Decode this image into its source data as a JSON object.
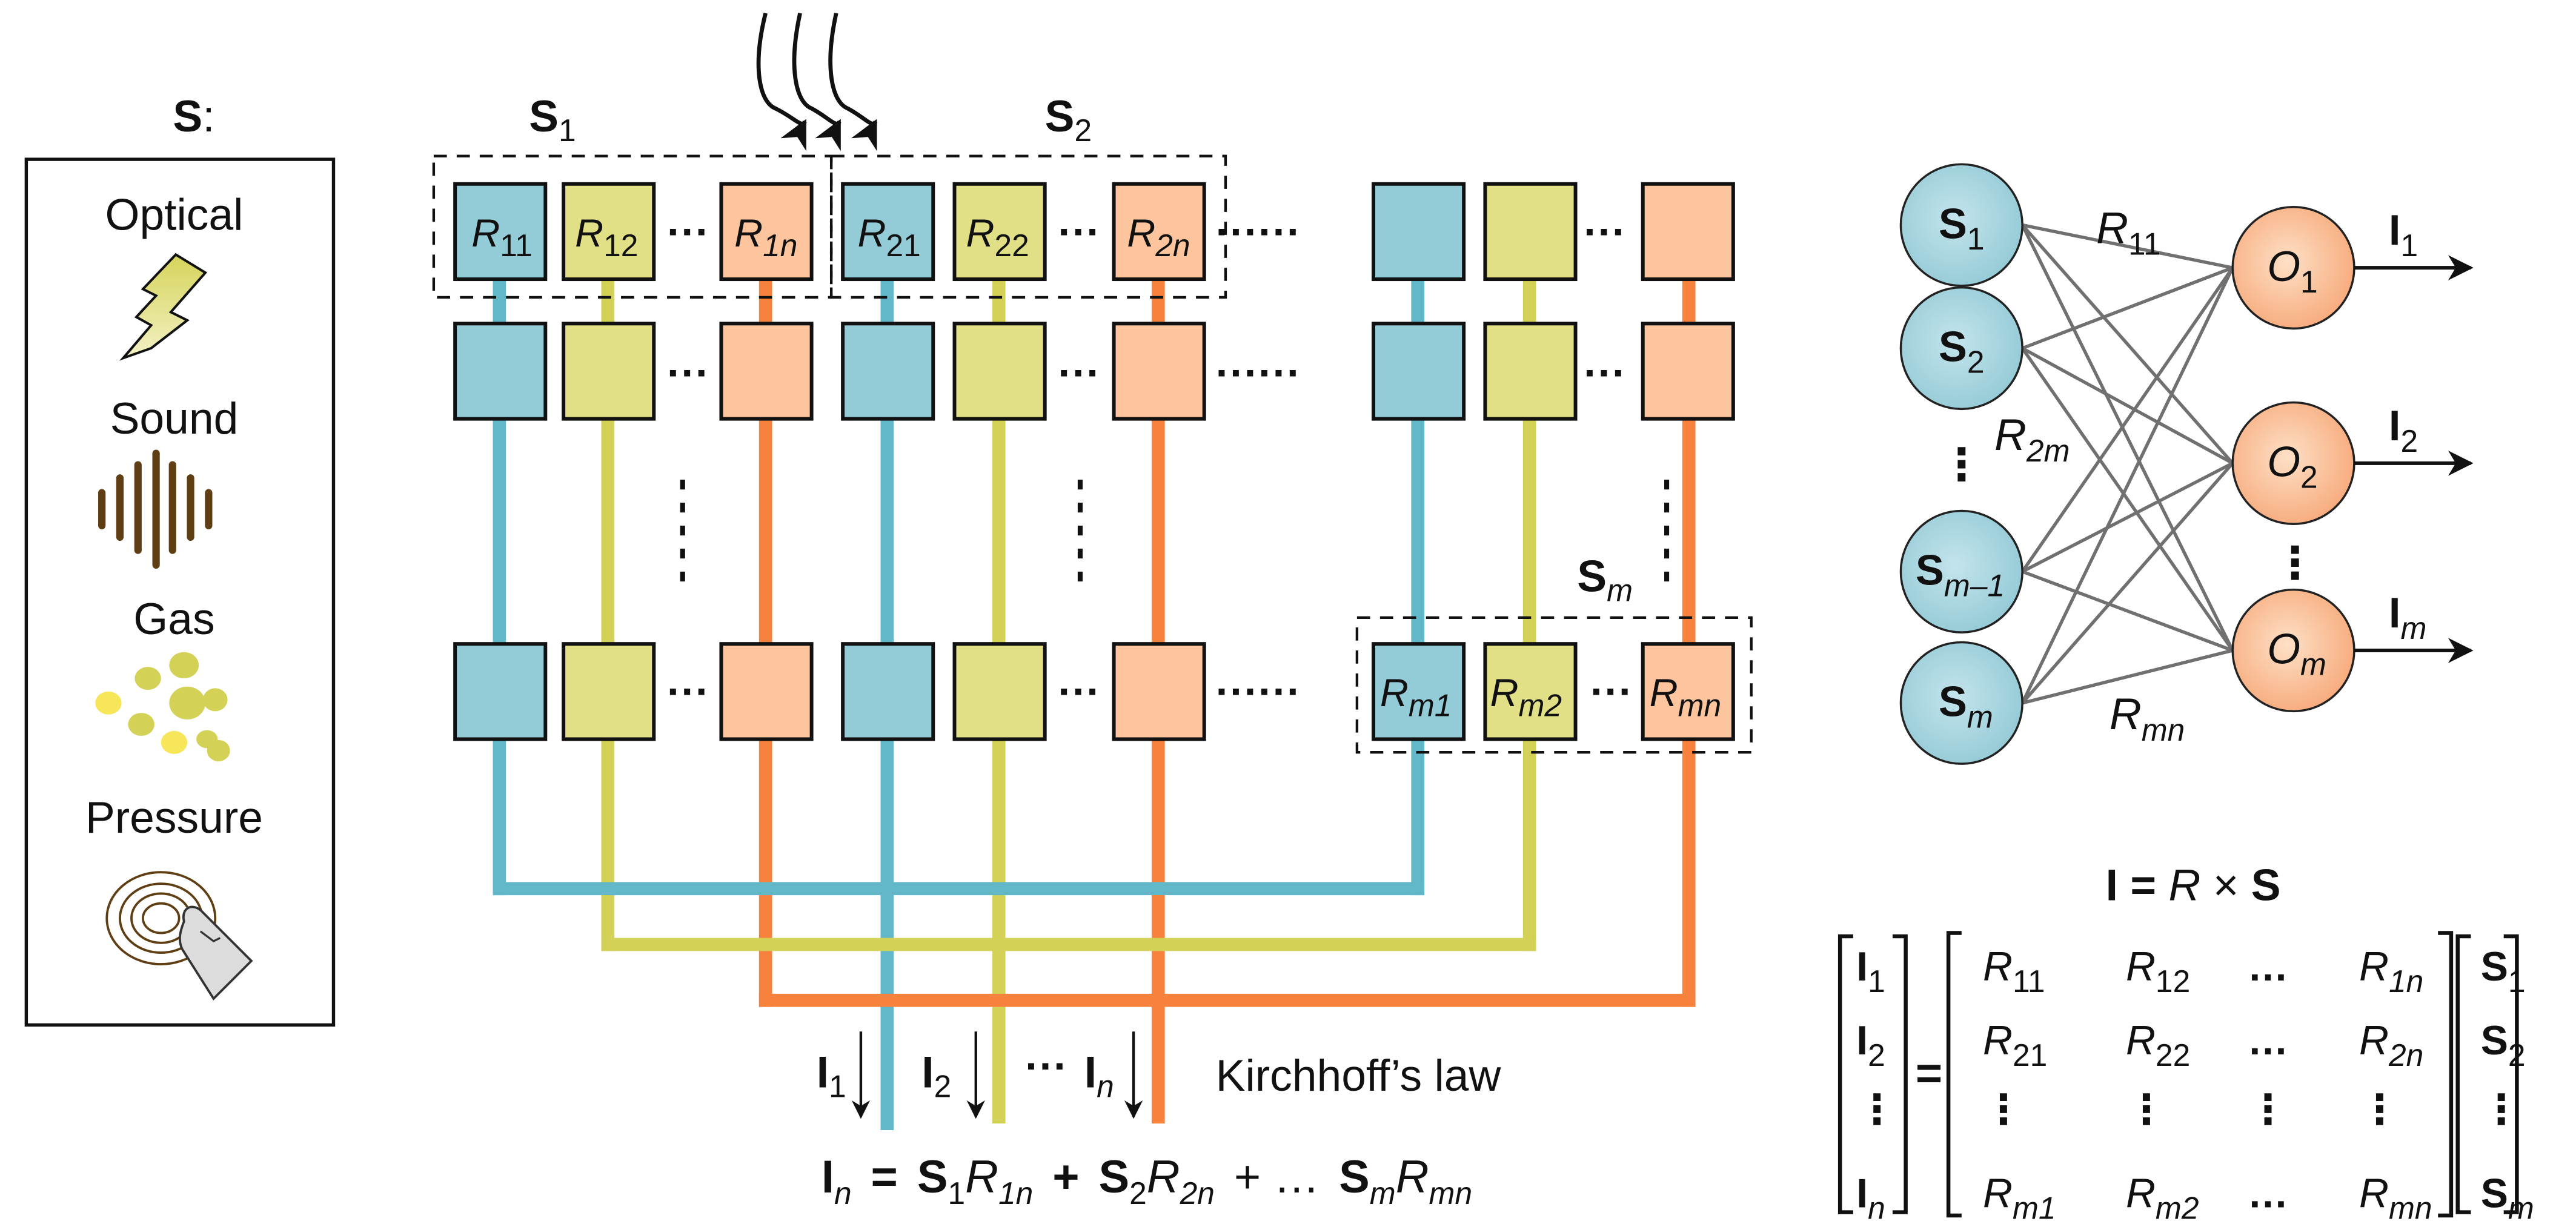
{
  "colors": {
    "blue_line": "#62b7c8",
    "yellow_line": "#d3d256",
    "orange_line": "#f7823d",
    "blue_cell": "#93cbd6",
    "yellow_cell": "#e1e086",
    "orange_cell": "#fdc59e",
    "sound_brown": "#5f3e14"
  },
  "stimuli": {
    "title": "S",
    "title_suffix": ":",
    "items": [
      {
        "label": "Optical",
        "icon": "lightning-icon"
      },
      {
        "label": "Sound",
        "icon": "sound-wave-icon"
      },
      {
        "label": "Gas",
        "icon": "gas-molecules-icon"
      },
      {
        "label": "Pressure",
        "icon": "pressure-touch-icon"
      }
    ]
  },
  "crossbar": {
    "group_labels": [
      {
        "main": "S",
        "sub": "1"
      },
      {
        "main": "S",
        "sub": "2"
      },
      {
        "main": "S",
        "sub": "m"
      }
    ],
    "top_cells": [
      {
        "main": "R",
        "sub": "11"
      },
      {
        "main": "R",
        "sub": "12"
      },
      {
        "main": "R",
        "sub": "1n"
      },
      {
        "main": "R",
        "sub": "21"
      },
      {
        "main": "R",
        "sub": "22"
      },
      {
        "main": "R",
        "sub": "2n"
      }
    ],
    "bottom_cells": [
      {
        "main": "R",
        "sub": "m1"
      },
      {
        "main": "R",
        "sub": "m2"
      },
      {
        "main": "R",
        "sub": "mn"
      }
    ],
    "ellipsis_short": "···",
    "ellipsis_long": "······",
    "currents": [
      {
        "main": "I",
        "sub": "1"
      },
      {
        "main": "I",
        "sub": "2"
      },
      {
        "main": "I",
        "sub": "n"
      }
    ],
    "current_ellipsis": "···",
    "law_label": "Kirchhoff’s law",
    "equation": {
      "lhs_main": "I",
      "lhs_sub": "n",
      "eq": "=",
      "terms": [
        {
          "s": "S",
          "s_sub": "1",
          "r": "R",
          "r_sub": "1n",
          "op": "+"
        },
        {
          "s": "S",
          "s_sub": "2",
          "r": "R",
          "r_sub": "2n",
          "op": "+ …"
        },
        {
          "s": "S",
          "s_sub": "m",
          "r": "R",
          "r_sub": "mn",
          "op": ""
        }
      ]
    }
  },
  "network": {
    "inputs": [
      {
        "main": "S",
        "sub": "1"
      },
      {
        "main": "S",
        "sub": "2"
      },
      {
        "main": "S",
        "sub": "m–1"
      },
      {
        "main": "S",
        "sub": "m"
      }
    ],
    "outputs": [
      {
        "main": "O",
        "sub": "1",
        "current_main": "I",
        "current_sub": "1"
      },
      {
        "main": "O",
        "sub": "2",
        "current_main": "I",
        "current_sub": "2"
      },
      {
        "main": "O",
        "sub": "m",
        "current_main": "I",
        "current_sub": "m"
      }
    ],
    "weight_labels": [
      {
        "main": "R",
        "sub": "11"
      },
      {
        "main": "R",
        "sub": "2m"
      },
      {
        "main": "R",
        "sub": "mn"
      }
    ],
    "vdots": "⋮"
  },
  "matrix_equation": {
    "title": {
      "lhs": "I",
      "eq": "=",
      "r": "R",
      "times": "×",
      "s": "S"
    },
    "lhs": [
      {
        "main": "I",
        "sub": "1"
      },
      {
        "main": "I",
        "sub": "2"
      },
      {
        "main": "⋮",
        "sub": ""
      },
      {
        "main": "I",
        "sub": "n"
      }
    ],
    "eq": "=",
    "matrix": [
      [
        {
          "main": "R",
          "sub": "11"
        },
        {
          "main": "R",
          "sub": "12"
        },
        {
          "main": "…",
          "sub": ""
        },
        {
          "main": "R",
          "sub": "1n"
        }
      ],
      [
        {
          "main": "R",
          "sub": "21"
        },
        {
          "main": "R",
          "sub": "22"
        },
        {
          "main": "…",
          "sub": ""
        },
        {
          "main": "R",
          "sub": "2n"
        }
      ],
      [
        {
          "main": "⋮",
          "sub": ""
        },
        {
          "main": "⋮",
          "sub": ""
        },
        {
          "main": "⋮",
          "sub": ""
        },
        {
          "main": "⋮",
          "sub": ""
        }
      ],
      [
        {
          "main": "R",
          "sub": "m1"
        },
        {
          "main": "R",
          "sub": "m2"
        },
        {
          "main": "…",
          "sub": ""
        },
        {
          "main": "R",
          "sub": "mn"
        }
      ]
    ],
    "rhs": [
      {
        "main": "S",
        "sub": "1"
      },
      {
        "main": "S",
        "sub": "2"
      },
      {
        "main": "⋮",
        "sub": ""
      },
      {
        "main": "S",
        "sub": "m"
      }
    ]
  }
}
